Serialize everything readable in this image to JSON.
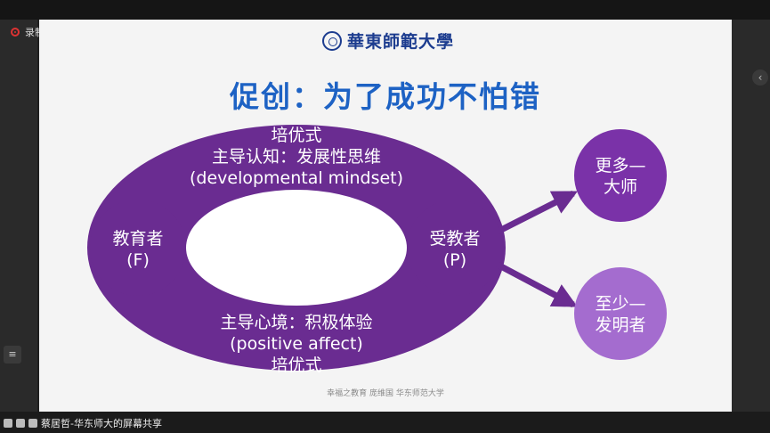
{
  "recording": {
    "label": "录制中"
  },
  "slide": {
    "logo_text": "華東師範大學",
    "title": "促创：为了成功不怕错",
    "ring_top": [
      "培优式",
      "主导认知：发展性思维",
      "(developmental mindset)"
    ],
    "ring_bottom": [
      "主导心境：积极体验",
      "(positive affect)",
      "培优式"
    ],
    "node_left": [
      "教育者",
      "(F)"
    ],
    "node_right": [
      "受教者",
      "(P)"
    ],
    "outcome_top": [
      "更多—",
      "大师"
    ],
    "outcome_bottom": [
      "至少—",
      "发明者"
    ],
    "footer": "幸福之教育   庞维国   华东师范大学",
    "colors": {
      "title": "#1d62c4",
      "ring": "#6a2c91",
      "outcome_dark": "#7a32a8",
      "outcome_light": "#a46ccf"
    }
  },
  "taskbar": {
    "share_label": "蔡居哲-华东师大的屏幕共享"
  }
}
